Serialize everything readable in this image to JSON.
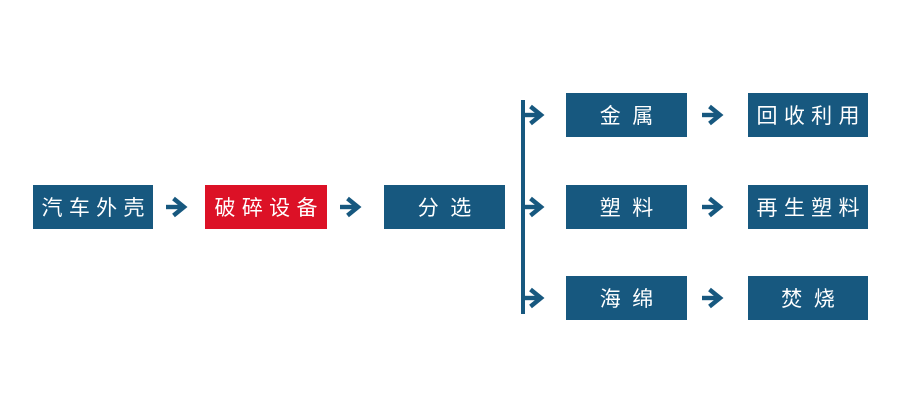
{
  "colors": {
    "box_blue": "#17587f",
    "box_red": "#dc1126",
    "arrow_blue": "#17587f",
    "label_text": "#ffffff",
    "background": "#ffffff"
  },
  "flow": {
    "main": [
      {
        "label": "汽车外壳",
        "style": "blue"
      },
      {
        "label": "破碎设备",
        "style": "red"
      },
      {
        "label": "分选",
        "style": "blue"
      }
    ],
    "branches": [
      {
        "material": "金属",
        "result": "回收利用"
      },
      {
        "material": "塑料",
        "result": "再生塑料"
      },
      {
        "material": "海绵",
        "result": "焚烧"
      }
    ],
    "arrow_icon": "right-arrow"
  }
}
